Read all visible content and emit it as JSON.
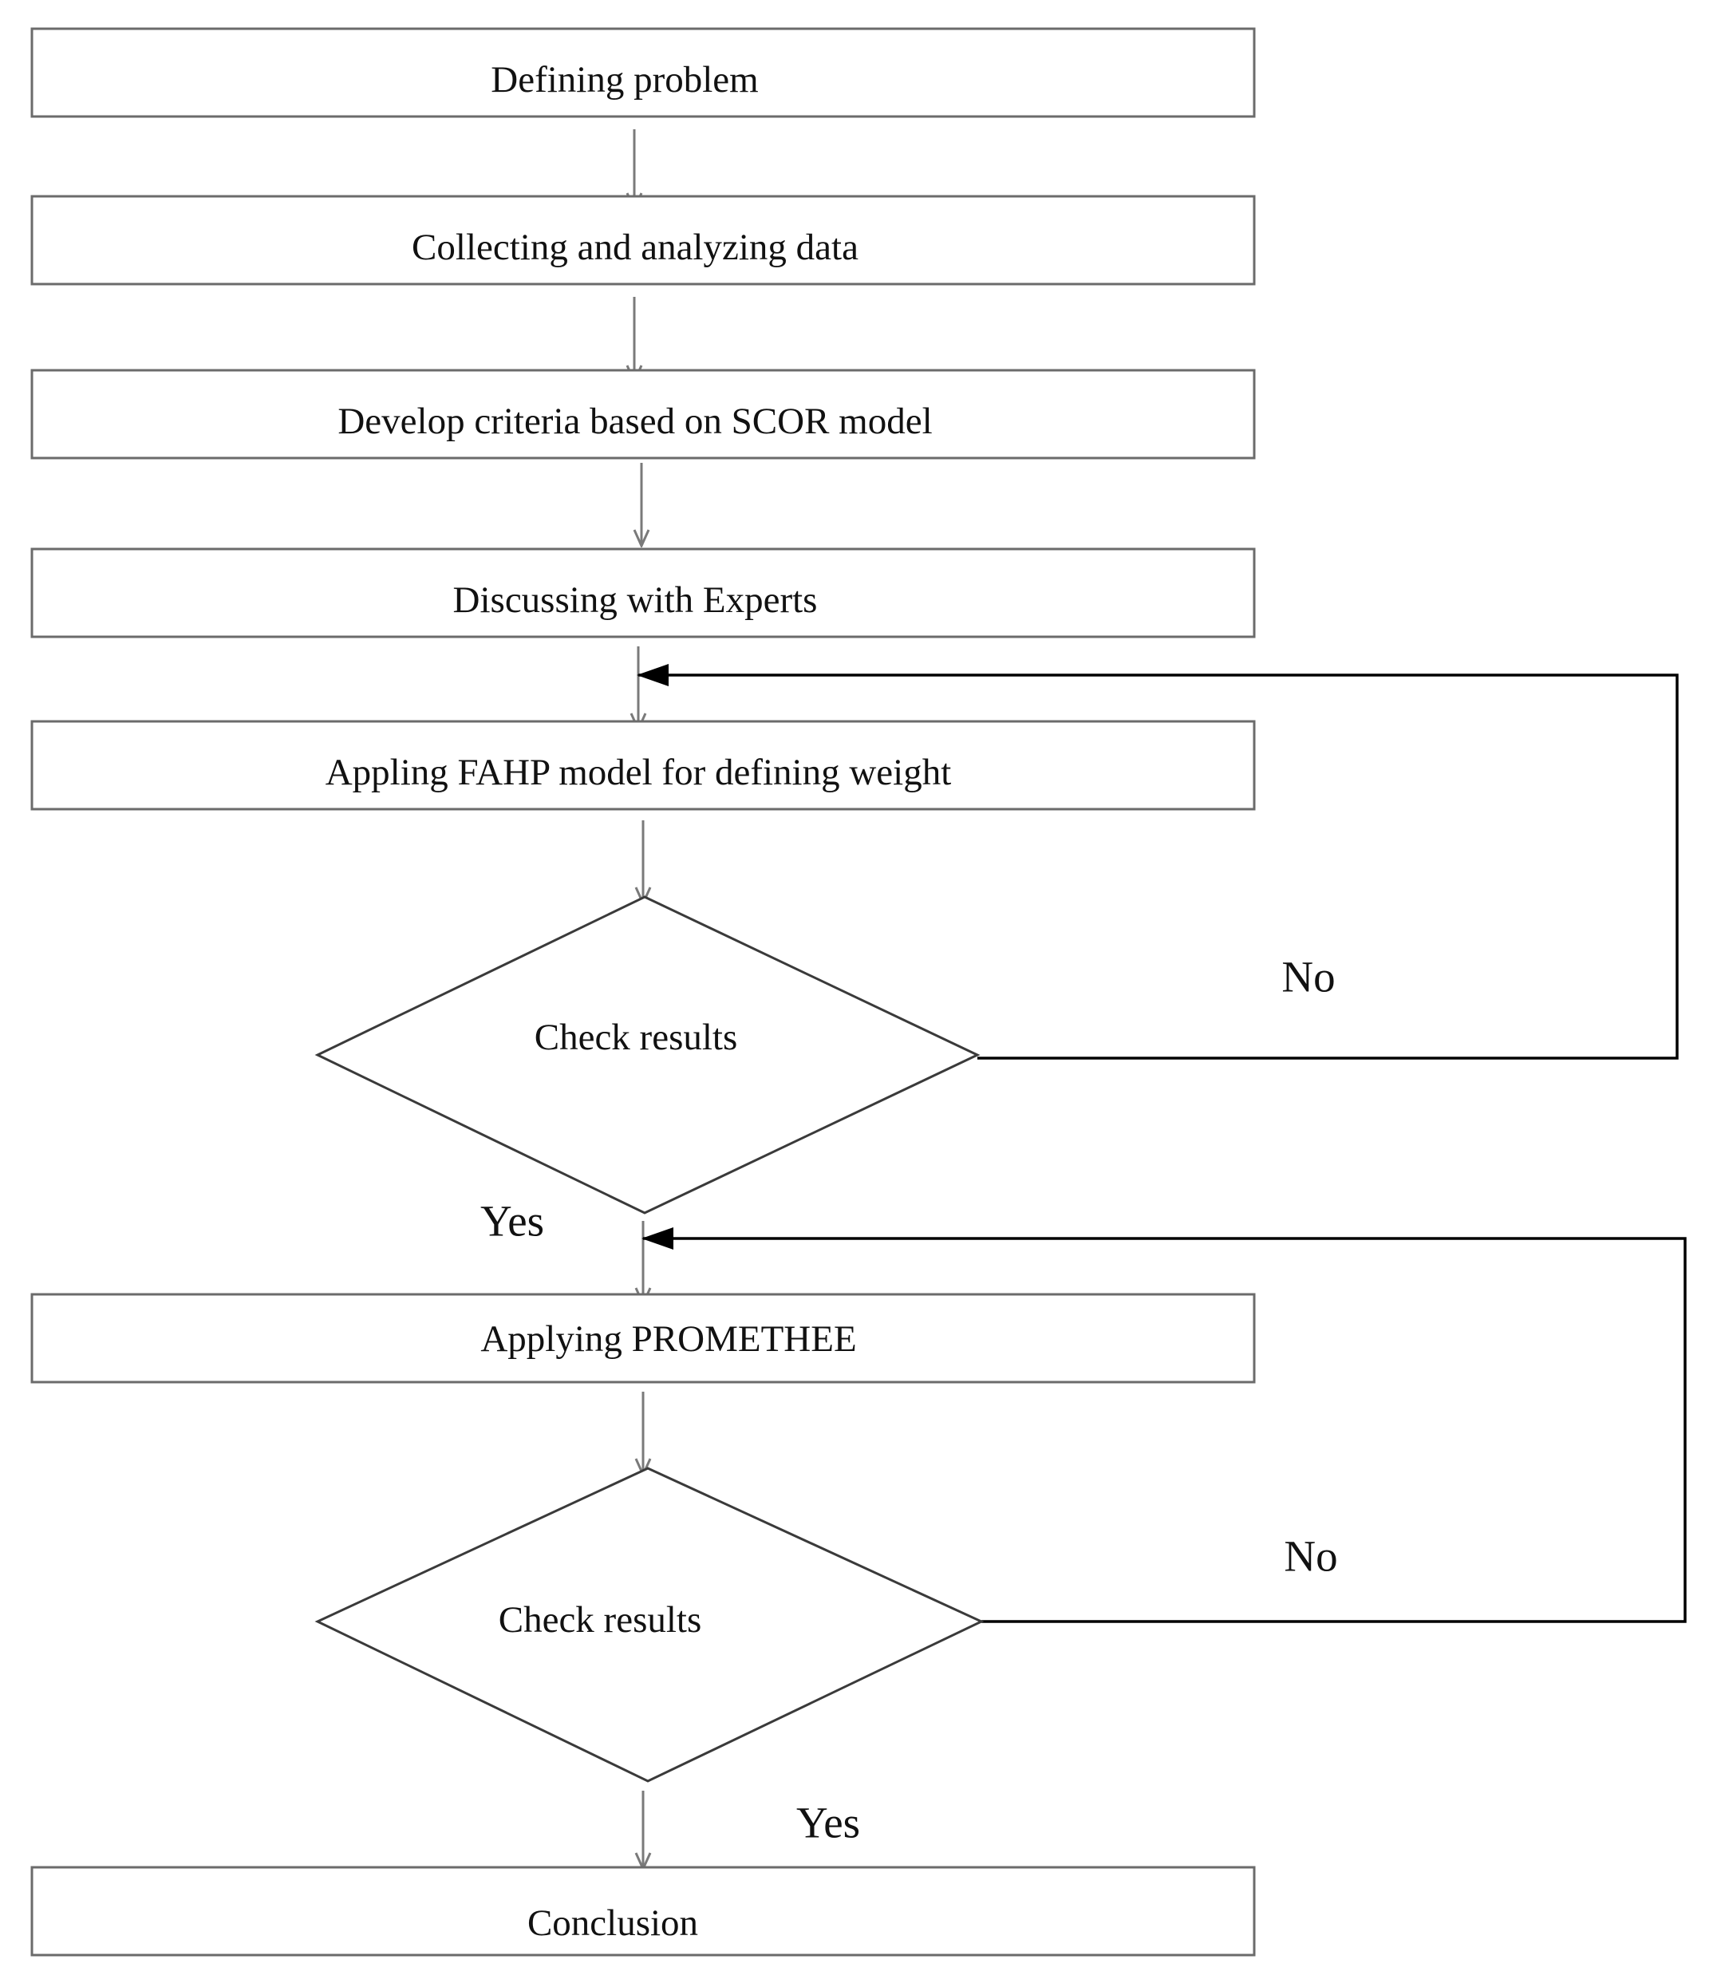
{
  "steps": {
    "defining_problem": "Defining problem",
    "collecting_data": "Collecting and analyzing data",
    "develop_criteria": "Develop criteria based on SCOR model",
    "discussing_experts": "Discussing with Experts",
    "applying_fahp": "Appling FAHP model for defining weight",
    "check_results_1": "Check results",
    "applying_promethee": "Applying PROMETHEE",
    "check_results_2": "Check results",
    "conclusion": "Conclusion"
  },
  "branches": {
    "no_1": "No",
    "yes_1": "Yes",
    "no_2": "No",
    "yes_2": "Yes"
  }
}
